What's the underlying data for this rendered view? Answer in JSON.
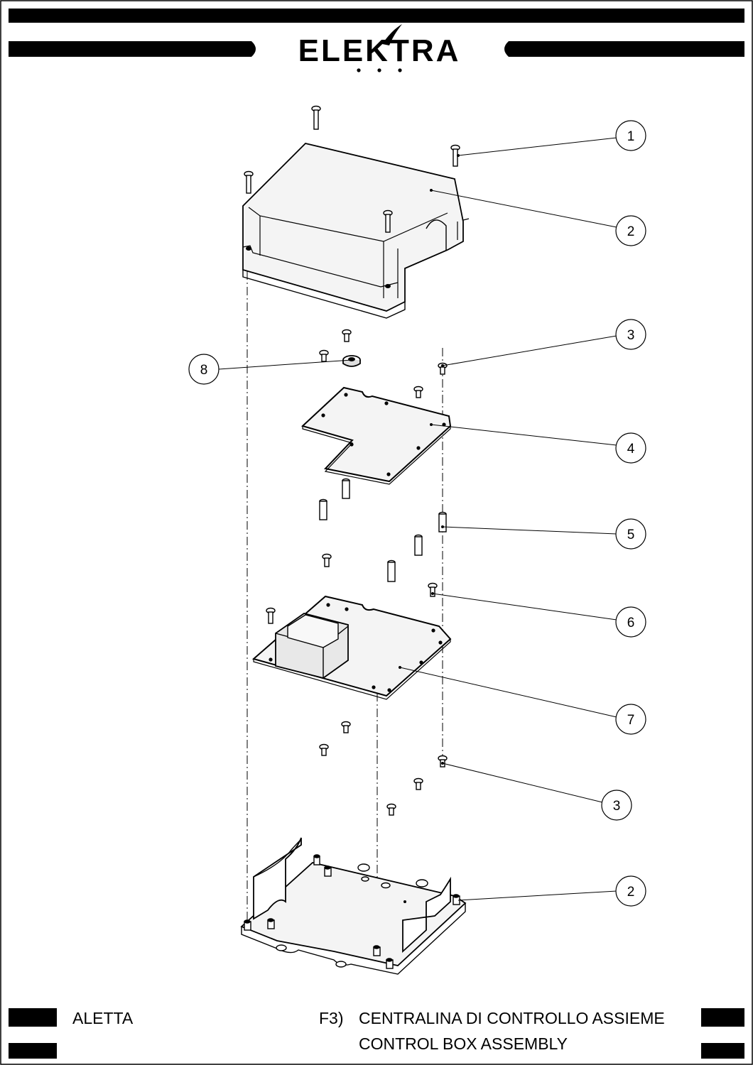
{
  "header": {
    "brand": "ELEKTRA"
  },
  "callouts": [
    "1",
    "2",
    "3",
    "8",
    "4",
    "5",
    "6",
    "7",
    "3",
    "2"
  ],
  "footer": {
    "left_label": "ALETTA",
    "figure_code": "F3)",
    "title_it": "CENTRALINA DI CONTROLLO ASSIEME",
    "title_en": "CONTROL BOX ASSEMBLY"
  },
  "colors": {
    "ink": "#000000",
    "paper": "#ffffff",
    "part_fill": "#f4f4f4",
    "transformer_fill": "#e8e8e8"
  }
}
